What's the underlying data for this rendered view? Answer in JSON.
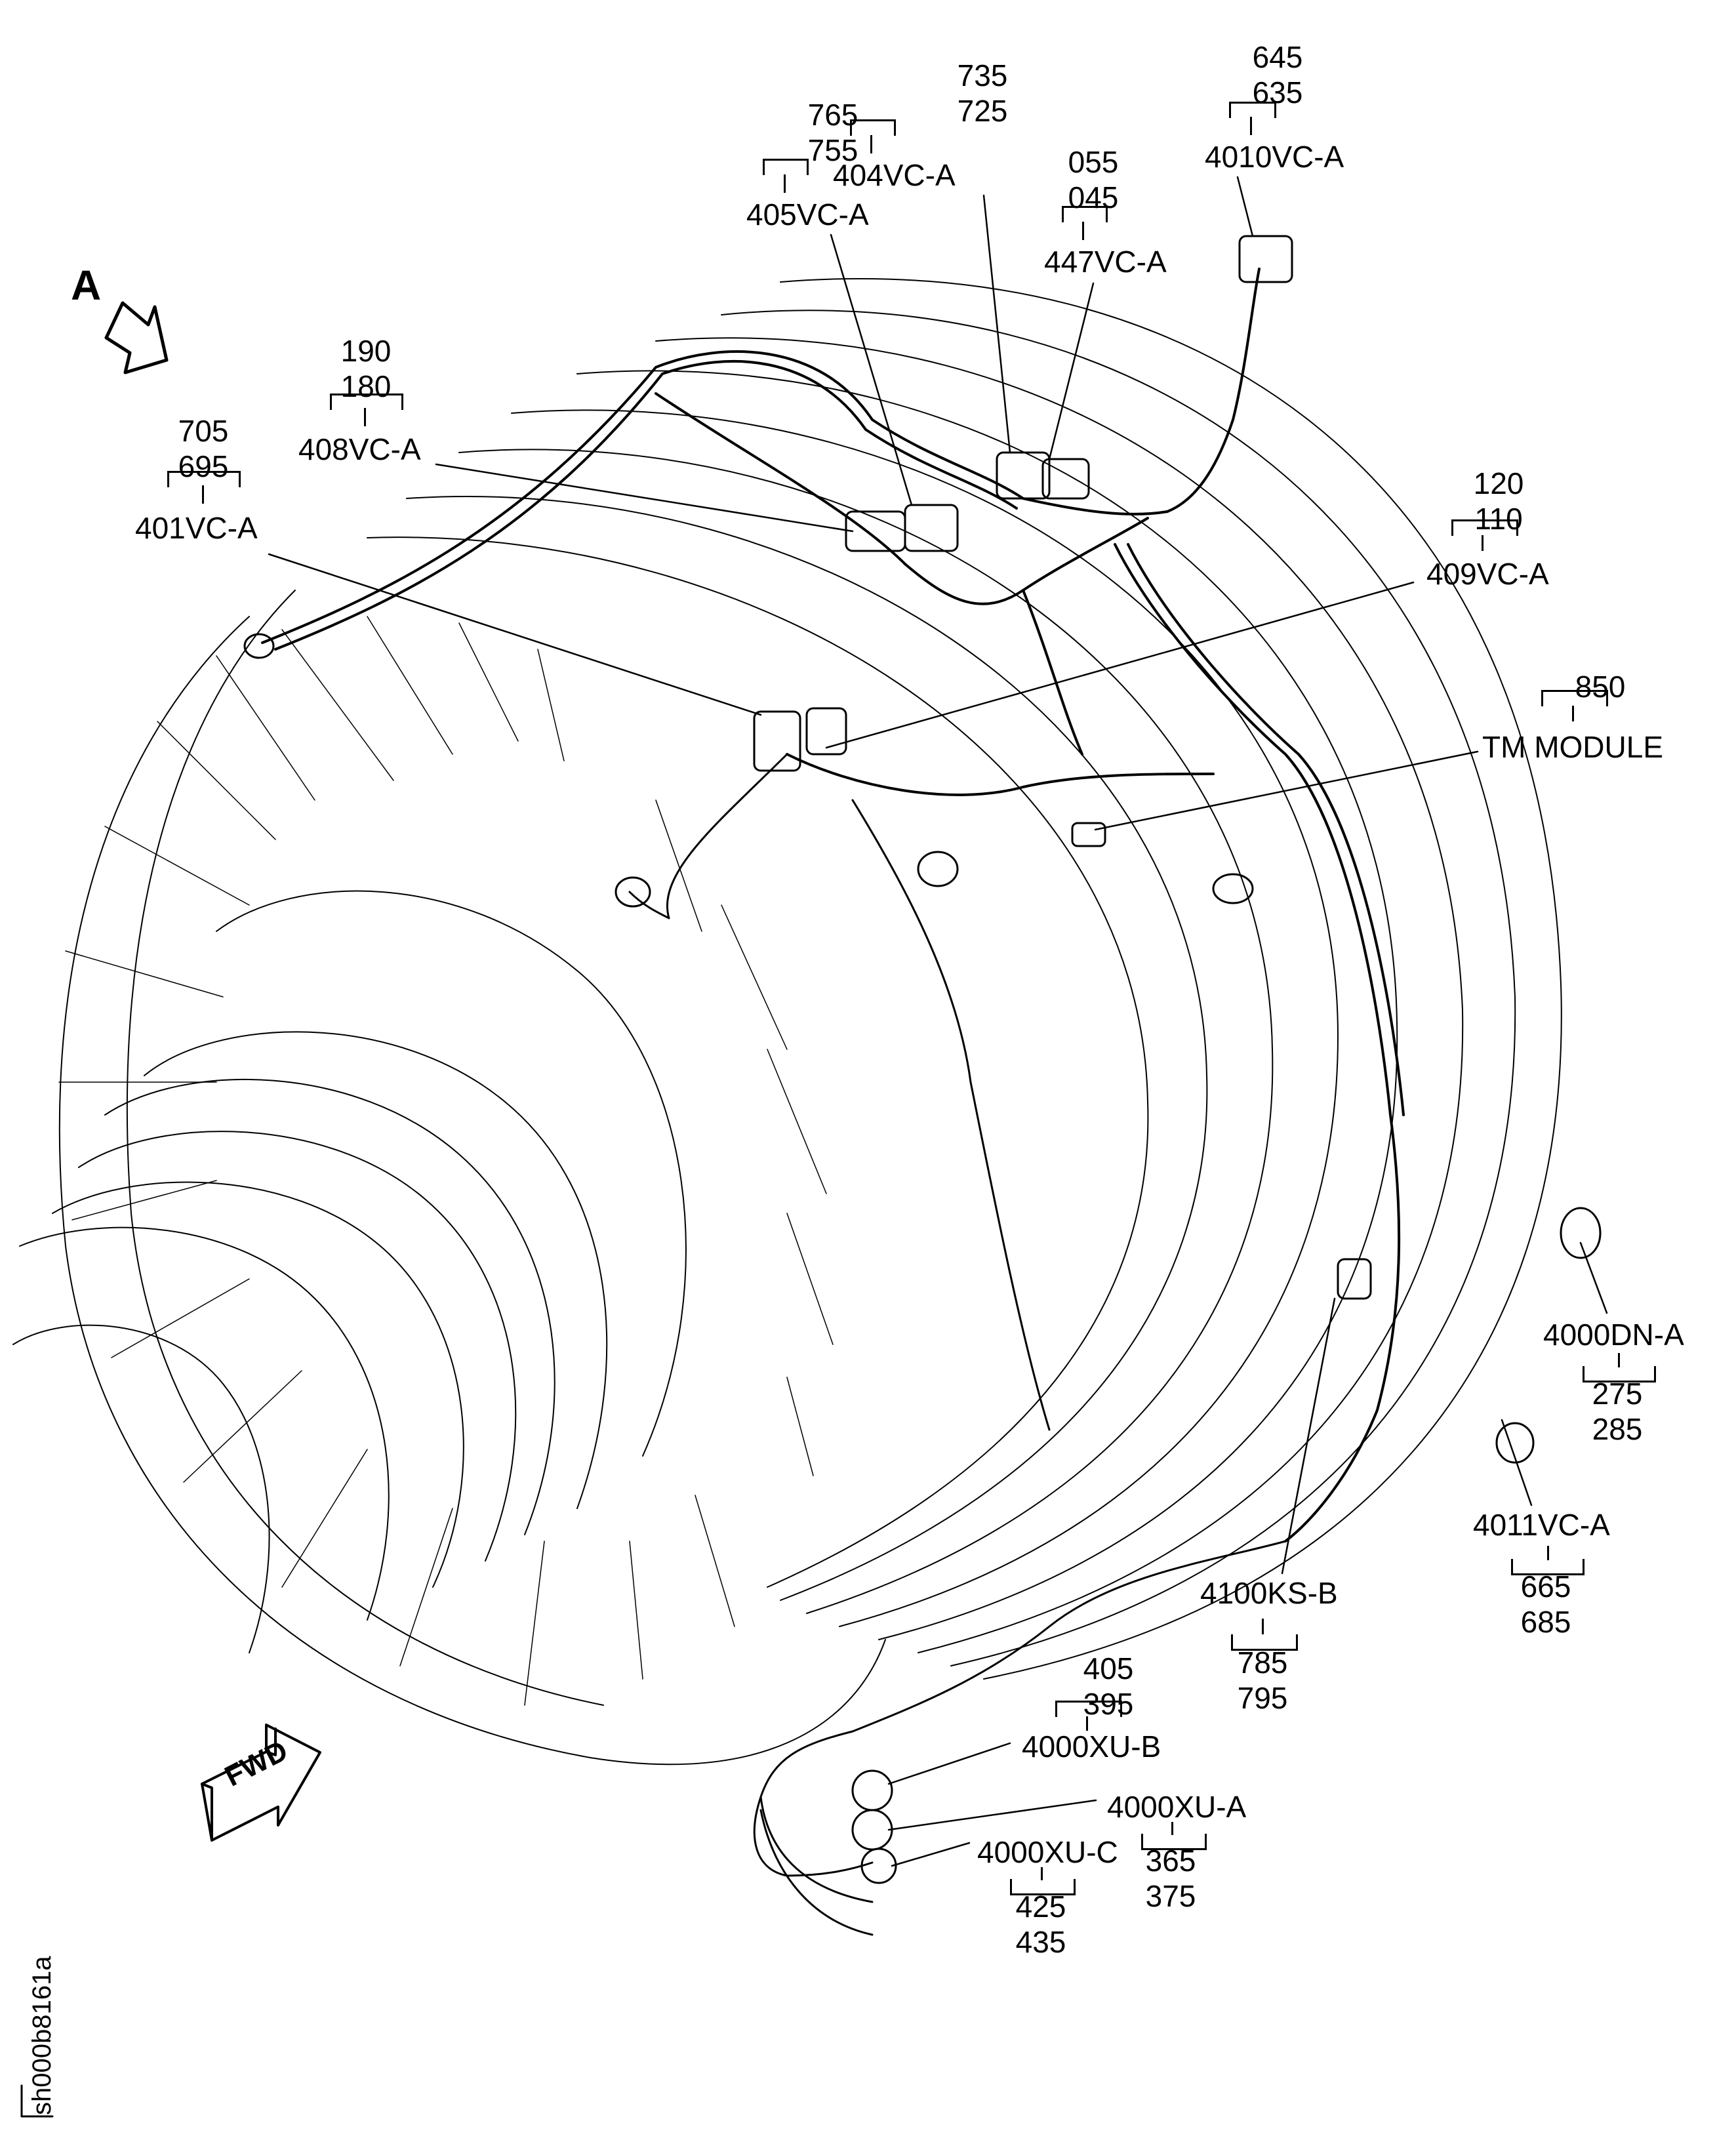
{
  "figure": {
    "view_label": "A",
    "figure_id": "sh000b8161a",
    "forward_indicator": "FWD",
    "line_color": "#000000",
    "background_color": "#ffffff"
  },
  "callouts": [
    {
      "id": "401VC-A",
      "label": "401VC-A",
      "items": [
        "705",
        "695"
      ]
    },
    {
      "id": "408VC-A",
      "label": "408VC-A",
      "items": [
        "190",
        "180"
      ]
    },
    {
      "id": "405VC-A",
      "label": "405VC-A",
      "items": [
        "765",
        "755"
      ]
    },
    {
      "id": "404VC-A",
      "label": "404VC-A",
      "items": [
        "735",
        "725"
      ]
    },
    {
      "id": "447VC-A",
      "label": "447VC-A",
      "items": [
        "055",
        "045"
      ]
    },
    {
      "id": "4010VC-A",
      "label": "4010VC-A",
      "items": [
        "645",
        "635"
      ]
    },
    {
      "id": "409VC-A",
      "label": "409VC-A",
      "items": [
        "120",
        "110"
      ]
    },
    {
      "id": "TM-MODULE",
      "label": "TM MODULE",
      "items": [
        "850"
      ]
    },
    {
      "id": "4000DN-A",
      "label": "4000DN-A",
      "items": [
        "275",
        "285"
      ]
    },
    {
      "id": "4011VC-A",
      "label": "4011VC-A",
      "items": [
        "665",
        "685"
      ]
    },
    {
      "id": "4100KS-B",
      "label": "4100KS-B",
      "items": [
        "785",
        "795"
      ]
    },
    {
      "id": "4000XU-B",
      "label": "4000XU-B",
      "items": [
        "405",
        "395"
      ]
    },
    {
      "id": "4000XU-A",
      "label": "4000XU-A",
      "items": [
        "365",
        "375"
      ]
    },
    {
      "id": "4000XU-C",
      "label": "4000XU-C",
      "items": [
        "425",
        "435"
      ]
    }
  ]
}
